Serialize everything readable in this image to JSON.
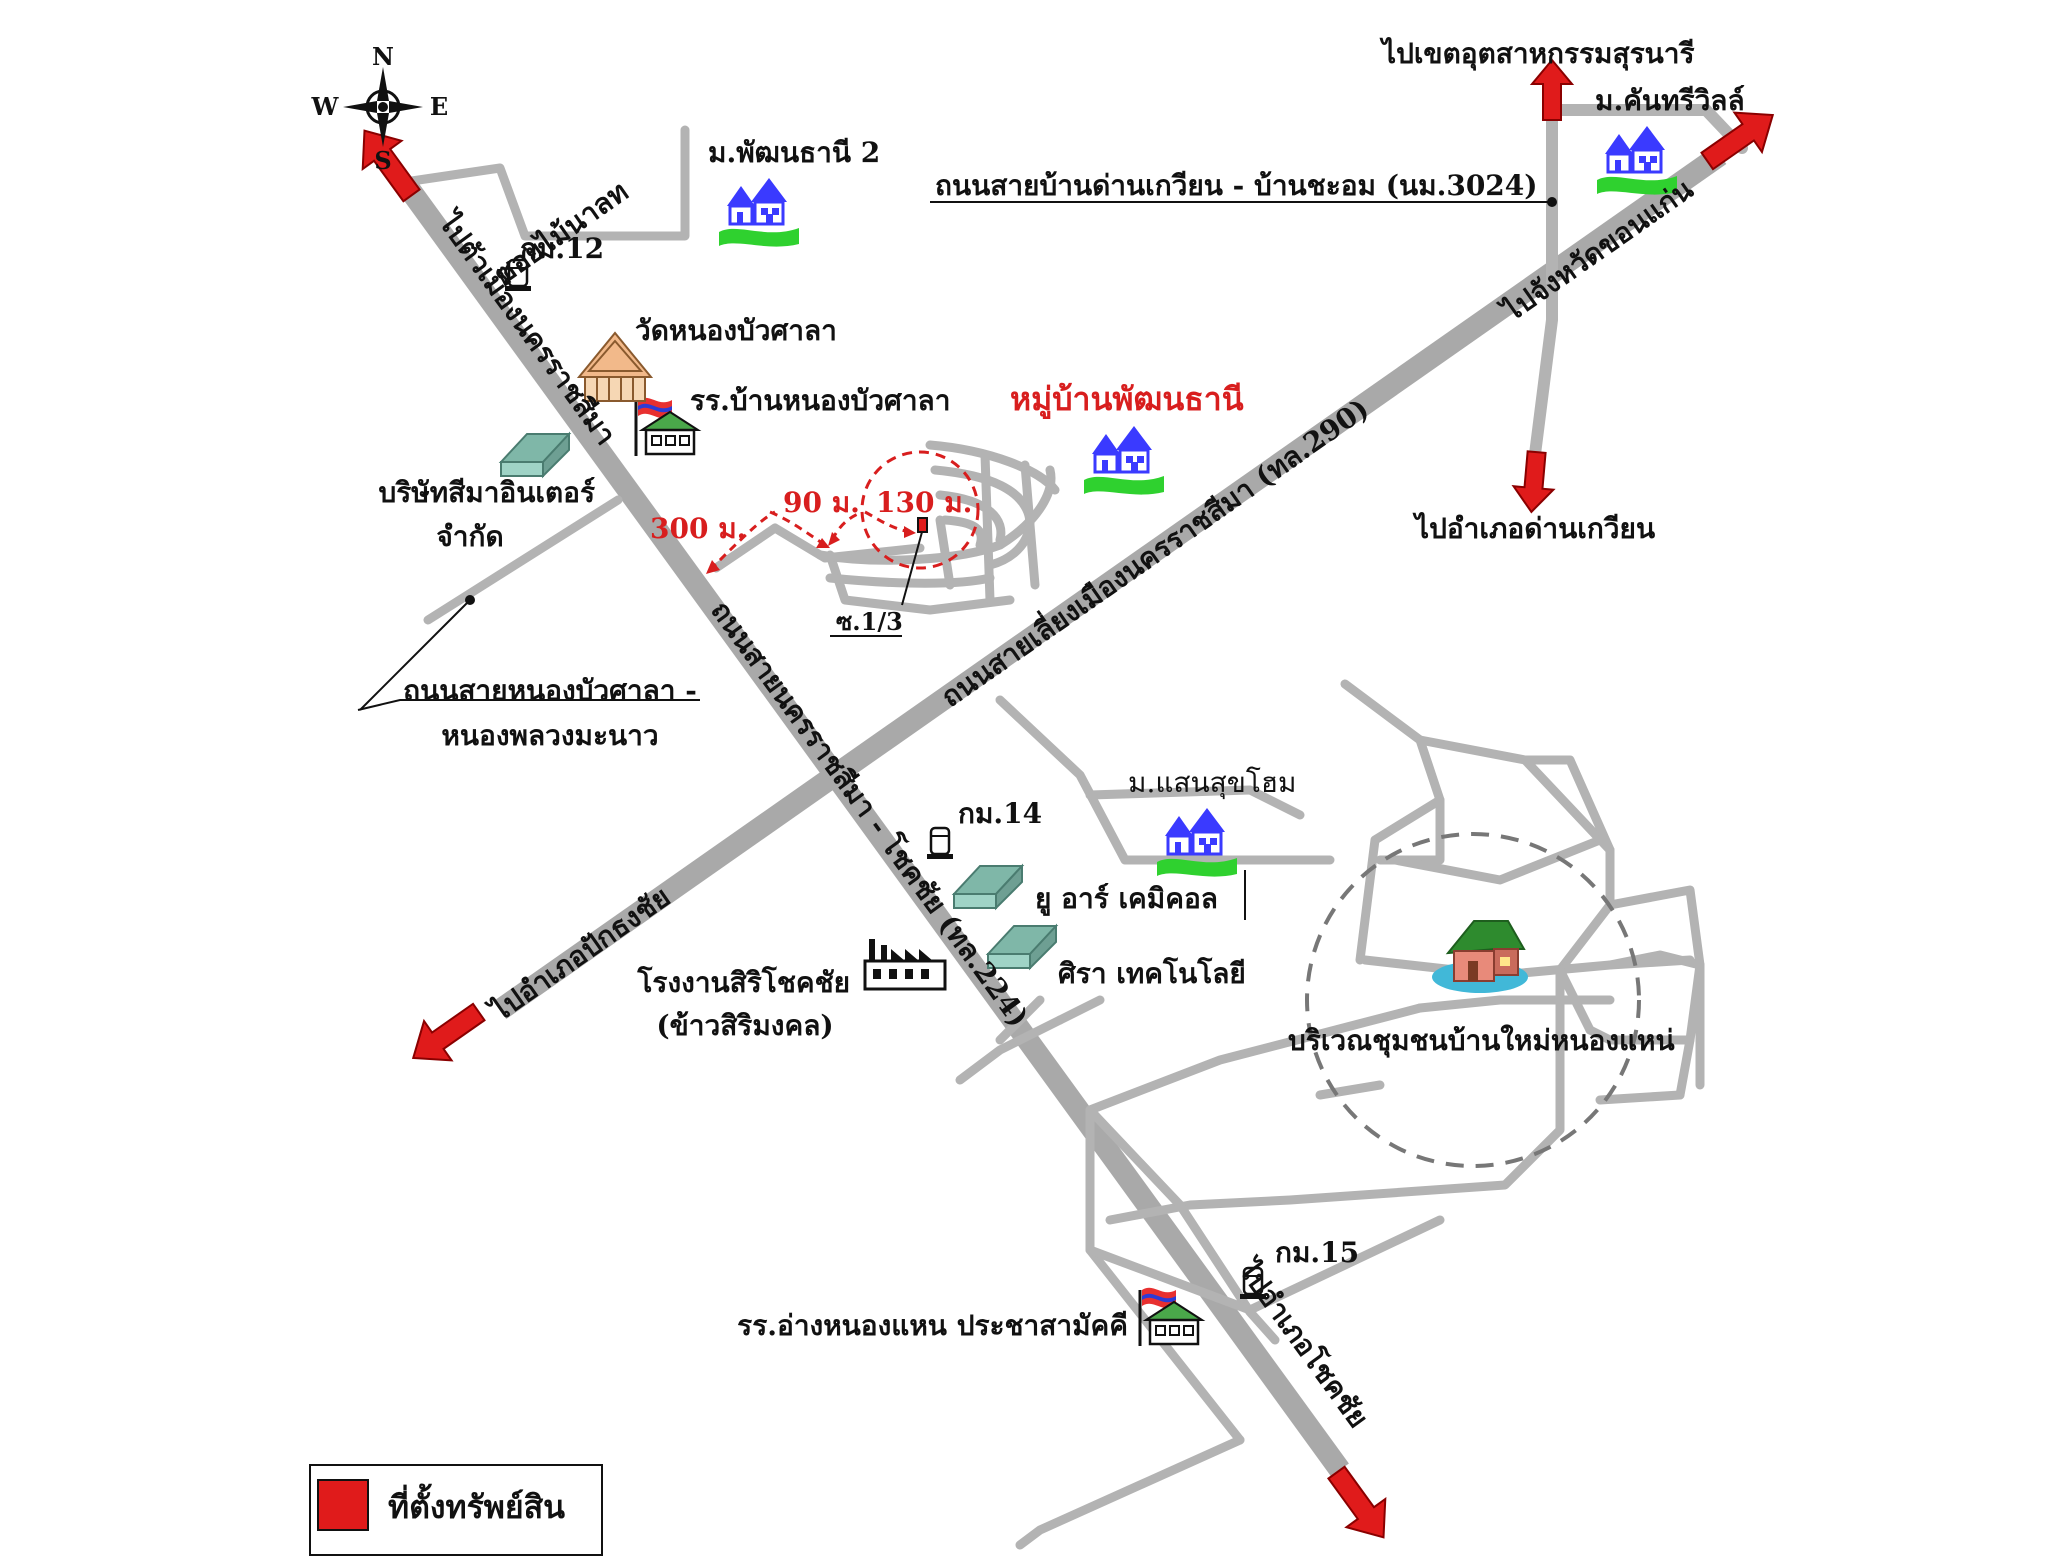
{
  "compass": {
    "n": "N",
    "s": "S",
    "e": "E",
    "w": "W"
  },
  "labels": {
    "to_city": "ไปตัวเมืองนครราชสีมา",
    "soi_mai_nalat": "ซอยไม้นาลท",
    "km12": "กม.12",
    "km14": "กม.14",
    "km15": "กม.15",
    "pattanatanee2": "ม.พัฒนธานี 2",
    "wat": "วัดหนองบัวศาลา",
    "school1": "รร.บ้านหนองบัวศาลา",
    "village": "หมู่บ้านพัฒนธานี",
    "company_sima_line1": "บริษัทสีมาอินเตอร์",
    "company_sima_line2": "จำกัด",
    "dist_300": "300 ม.",
    "dist_90": "90 ม.",
    "dist_130": "130 ม.",
    "soi13": "ซ.1/3",
    "road_nongbua_line1": "ถนนสายหนองบัวศาลา -",
    "road_nongbua_line2": "หนองพลวงมะนาว",
    "road_main_224": "ถนนสายนครราชสีมา - โชคชัย (ทล.224)",
    "road_bypass_290": "ถนนสายเลี่ยงเมืองนครราชสีมา (ทล.290)",
    "road_3024": "ถนนสายบ้านด่านเกวียน - บ้านชะอม (นม.3024)",
    "to_industrial": "ไปเขตอุตสาหกรรมสุรนารี",
    "country_ville": "ม.คันทรีวิลล์",
    "to_khonkaen": "ไปจังหวัดขอนแก่น",
    "to_dankwian": "ไปอำเภอด่านเกวียน",
    "saensuk": "ม.แสนสุขโฮม",
    "ur_chemical": "ยู อาร์ เคมิคอล",
    "sira_tech": "ศิรา เทคโนโลยี",
    "siri_factory_line1": "โรงงานสิริโชคชัย",
    "siri_factory_line2": "(ข้าวสิริมงคล)",
    "to_pakthongchai": "ไปอำเภอปักธงชัย",
    "community": "บริเวณชุมชนบ้านใหม่หนองแหน่",
    "school2": "รร.อ่างหนองแหน ประชาสามัคคี",
    "to_chokchai": "ไปอำเภอโชคชัย"
  },
  "legend": {
    "label": "ที่ตั้งทรัพย์สิน",
    "color": "#e01b1b"
  },
  "colors": {
    "road": "#b3b3b3",
    "marker": "#e01b1b",
    "circle": "#777777",
    "red_circle": "#d81e1e"
  },
  "icons": {
    "house": "house-cluster-icon",
    "factory": "factory-icon",
    "warehouse": "warehouse-icon",
    "temple": "temple-icon",
    "school": "school-flag-icon",
    "km_post": "km-post-icon",
    "compass": "compass-rose-icon"
  }
}
